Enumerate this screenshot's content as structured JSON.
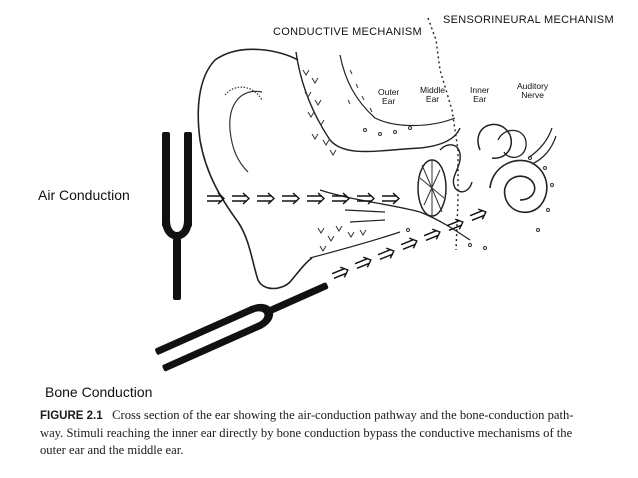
{
  "headers": {
    "conductive": "CONDUCTIVE MECHANISM",
    "sensorineural": "SENSORINEURAL MECHANISM"
  },
  "parts": {
    "outer_ear": [
      "Outer",
      "Ear"
    ],
    "middle_ear": [
      "Middle",
      "Ear"
    ],
    "inner_ear": [
      "Inner",
      "Ear"
    ],
    "auditory_nerve": [
      "Auditory",
      "Nerve"
    ]
  },
  "labels": {
    "air_conduction": "Air Conduction",
    "bone_conduction": "Bone Conduction"
  },
  "caption": {
    "figure_label": "FIGURE 2.1",
    "line1": "Cross section of the ear showing the air-conduction pathway and the bone-conduction path-",
    "line2": "way. Stimuli reaching the inner ear directly by bone conduction bypass the conductive mechanisms of the",
    "line3": "outer ear and the middle ear."
  }
}
